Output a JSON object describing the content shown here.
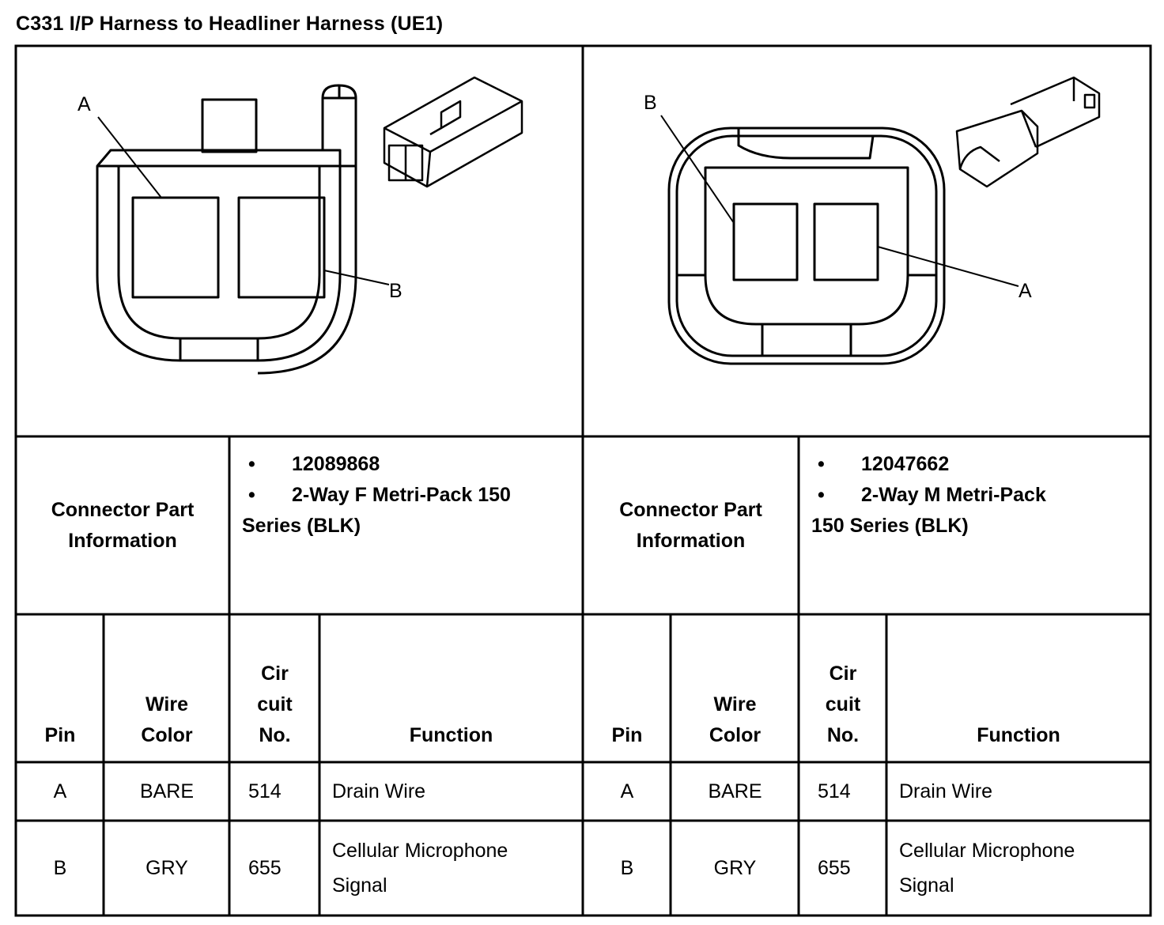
{
  "title": "C331 I/P Harness to Headliner Harness (UE1)",
  "left": {
    "labels": {
      "a": "A",
      "b": "B"
    },
    "part_header": "Connector Part Information",
    "part_items": [
      "12089868",
      "2-Way F Metri-Pack 150"
    ],
    "part_cont": "Series (BLK)",
    "columns": {
      "pin": "Pin",
      "wire_color": "Wire Color",
      "circuit_a": "Cir",
      "circuit_b": "cuit",
      "circuit_c": "No.",
      "function": "Function"
    },
    "rows": [
      {
        "pin": "A",
        "color": "BARE",
        "circuit": "514",
        "function": "Drain Wire"
      },
      {
        "pin": "B",
        "color": "GRY",
        "circuit": "655",
        "function": "Cellular Microphone Signal"
      }
    ]
  },
  "right": {
    "labels": {
      "a": "A",
      "b": "B"
    },
    "part_header": "Connector Part Information",
    "part_items": [
      "12047662",
      "2-Way M Metri-Pack"
    ],
    "part_cont": "150 Series (BLK)",
    "columns": {
      "pin": "Pin",
      "wire_color": "Wire Color",
      "circuit_a": "Cir",
      "circuit_b": "cuit",
      "circuit_c": "No.",
      "function": "Function"
    },
    "rows": [
      {
        "pin": "A",
        "color": "BARE",
        "circuit": "514",
        "function": "Drain Wire"
      },
      {
        "pin": "B",
        "color": "GRY",
        "circuit": "655",
        "function": "Cellular Microphone Signal"
      }
    ]
  }
}
